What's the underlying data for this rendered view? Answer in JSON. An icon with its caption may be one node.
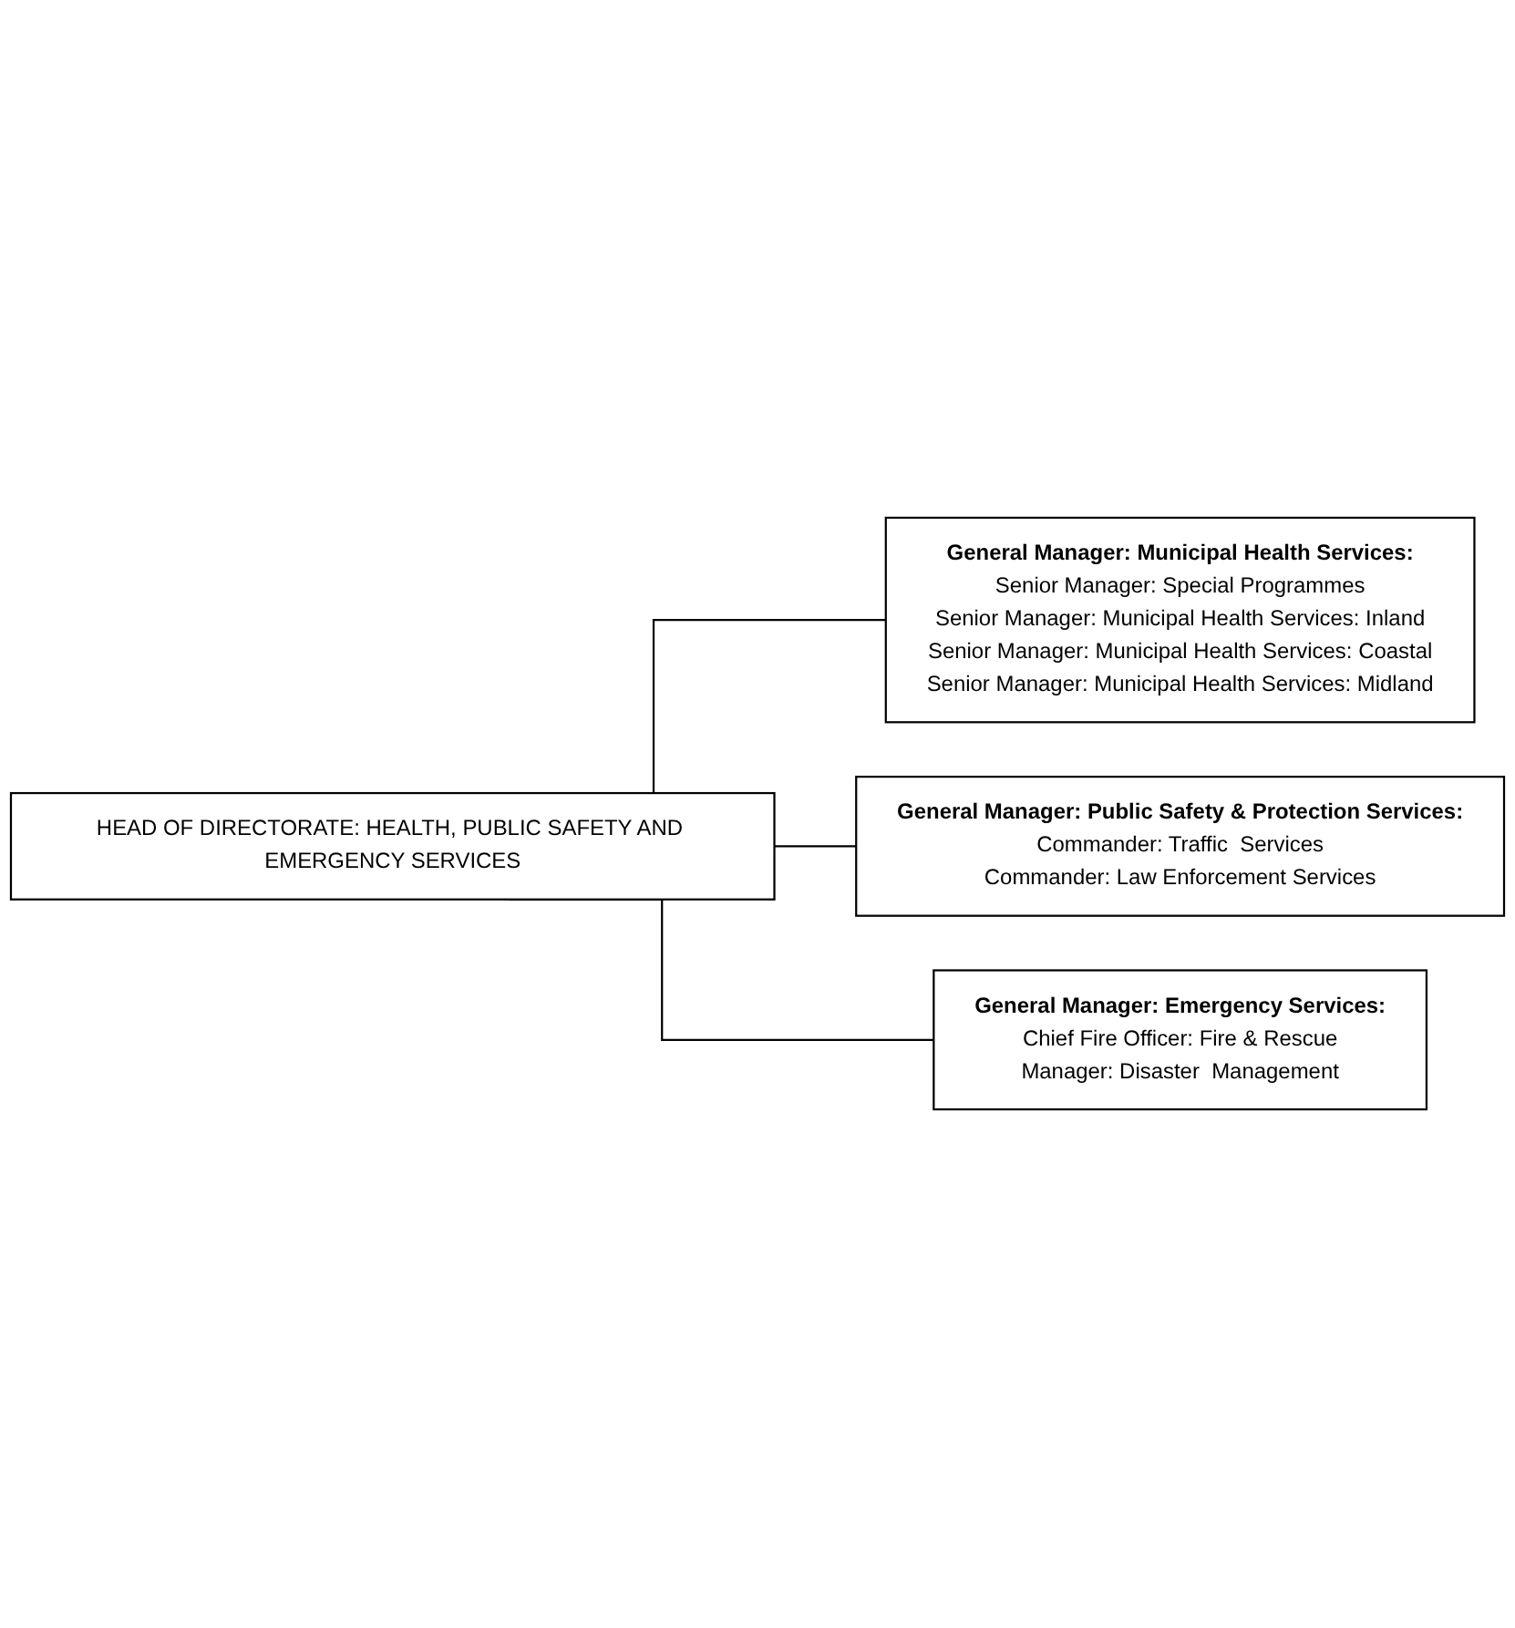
{
  "diagram": {
    "nodes": [
      {
        "text": [
          "HEAD OF DIRECTORATE: HEALTH, PUBLIC SAFETY AND EMERGENCY SERVICES"
        ]
      },
      {
        "text": [
          "General Manager: Municipal Health Services:",
          "Senior Manager: Special Programmes",
          "Senior Manager: Municipal Health Services: Inland",
          "Senior Manager: Municipal Health Services: Coastal",
          "Senior Manager: Municipal Health Services: Midland"
        ]
      },
      {
        "text": [
          "General Manager: Public Safety & Protection Services:",
          "Commander: Traffic  Services",
          "Commander: Law Enforcement Services"
        ]
      },
      {
        "text": [
          "General Manager: Emergency Services:",
          "Chief Fire Officer: Fire & Rescue",
          "Manager: Disaster  Management"
        ]
      }
    ],
    "edges": [
      {
        "from": 0,
        "to": 1,
        "arrow": "none"
      },
      {
        "from": 0,
        "to": 2,
        "arrow": "none"
      },
      {
        "from": 0,
        "to": 3,
        "arrow": "none"
      }
    ]
  }
}
